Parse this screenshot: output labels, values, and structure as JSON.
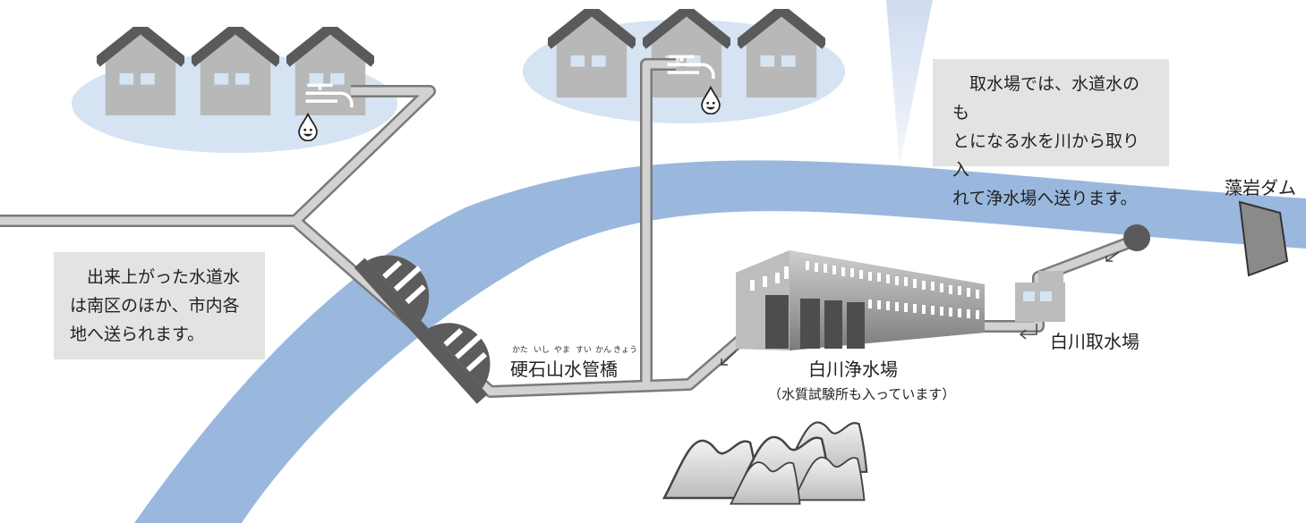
{
  "notes": {
    "intake": {
      "lines": [
        "取水場では、水道水のも",
        "とになる水を川から取り入",
        "れて浄水場へ送ります。"
      ]
    },
    "delivery": {
      "lines": [
        "出来上がった水道水",
        "は南区のほか、市内各",
        "地へ送られます。"
      ]
    }
  },
  "labels": {
    "dam": "藻岩ダム",
    "intake_station": "白川取水場",
    "treatment_plant": "白川浄水場",
    "treatment_plant_sub": "（水質試験所も入っています）",
    "bridge": "硬石山水管橋"
  },
  "bridge_ruby": [
    "かた",
    "いし",
    "やま",
    "すい",
    "かん",
    "きょう"
  ],
  "colors": {
    "river": "#9ab8de",
    "pipe": "#b5b5b5",
    "pipe_outline": "#7a7a7a",
    "house_roof": "#5a5a5a",
    "house_wall": "#b8b8b8",
    "house_window": "#d6e4f2",
    "district_ellipse": "#d5e3f2",
    "note_bg": "#e3e3e3",
    "bridge": "#5c5c5c",
    "mountain": "#c4c4c4",
    "beam": "#e4ecf7"
  }
}
